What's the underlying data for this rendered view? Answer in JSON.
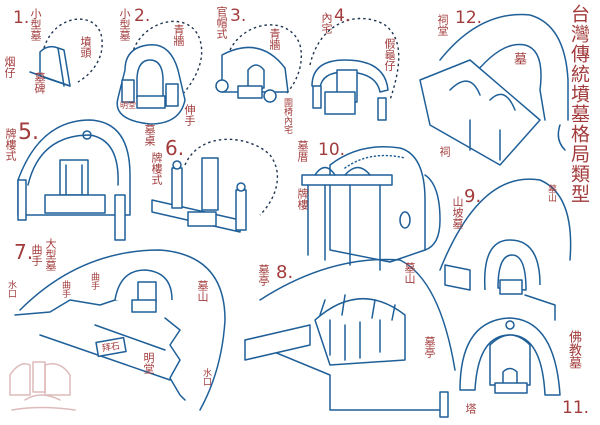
{
  "title": "台灣傳統墳墓格局類型",
  "stroke_color": "#1f5f98",
  "label_color": "#a23b3b",
  "types": [
    {
      "number": "1.",
      "labels": [
        "小型墓",
        "墳頭",
        "烟仔",
        "墓碑"
      ]
    },
    {
      "number": "2.",
      "labels": [
        "小型墓",
        "青牆",
        "明堂",
        "伸手",
        "墓桌"
      ]
    },
    {
      "number": "3.",
      "labels": [
        "官帽式",
        "青牆",
        "圍椅內宅"
      ]
    },
    {
      "number": "4.",
      "labels": [
        "內宅",
        "假龜仔"
      ]
    },
    {
      "number": "5.",
      "labels": [
        "牌樓式"
      ]
    },
    {
      "number": "6.",
      "labels": [
        "牌樓式"
      ]
    },
    {
      "number": "7.",
      "labels": [
        "曲手",
        "大型墓",
        "水口",
        "曲手",
        "曲手",
        "墓山",
        "拜石",
        "明堂",
        "水口"
      ]
    },
    {
      "number": "8.",
      "labels": [
        "墓亭",
        "墓山",
        "墓亭"
      ]
    },
    {
      "number": "9.",
      "labels": [
        "山坡墓",
        "墓山"
      ]
    },
    {
      "number": "10.",
      "labels": [
        "墓厝",
        "牌樓"
      ]
    },
    {
      "number": "11.",
      "labels": [
        "佛教墓",
        "塔"
      ]
    },
    {
      "number": "12.",
      "labels": [
        "祠堂",
        "墓",
        "祠"
      ]
    }
  ]
}
